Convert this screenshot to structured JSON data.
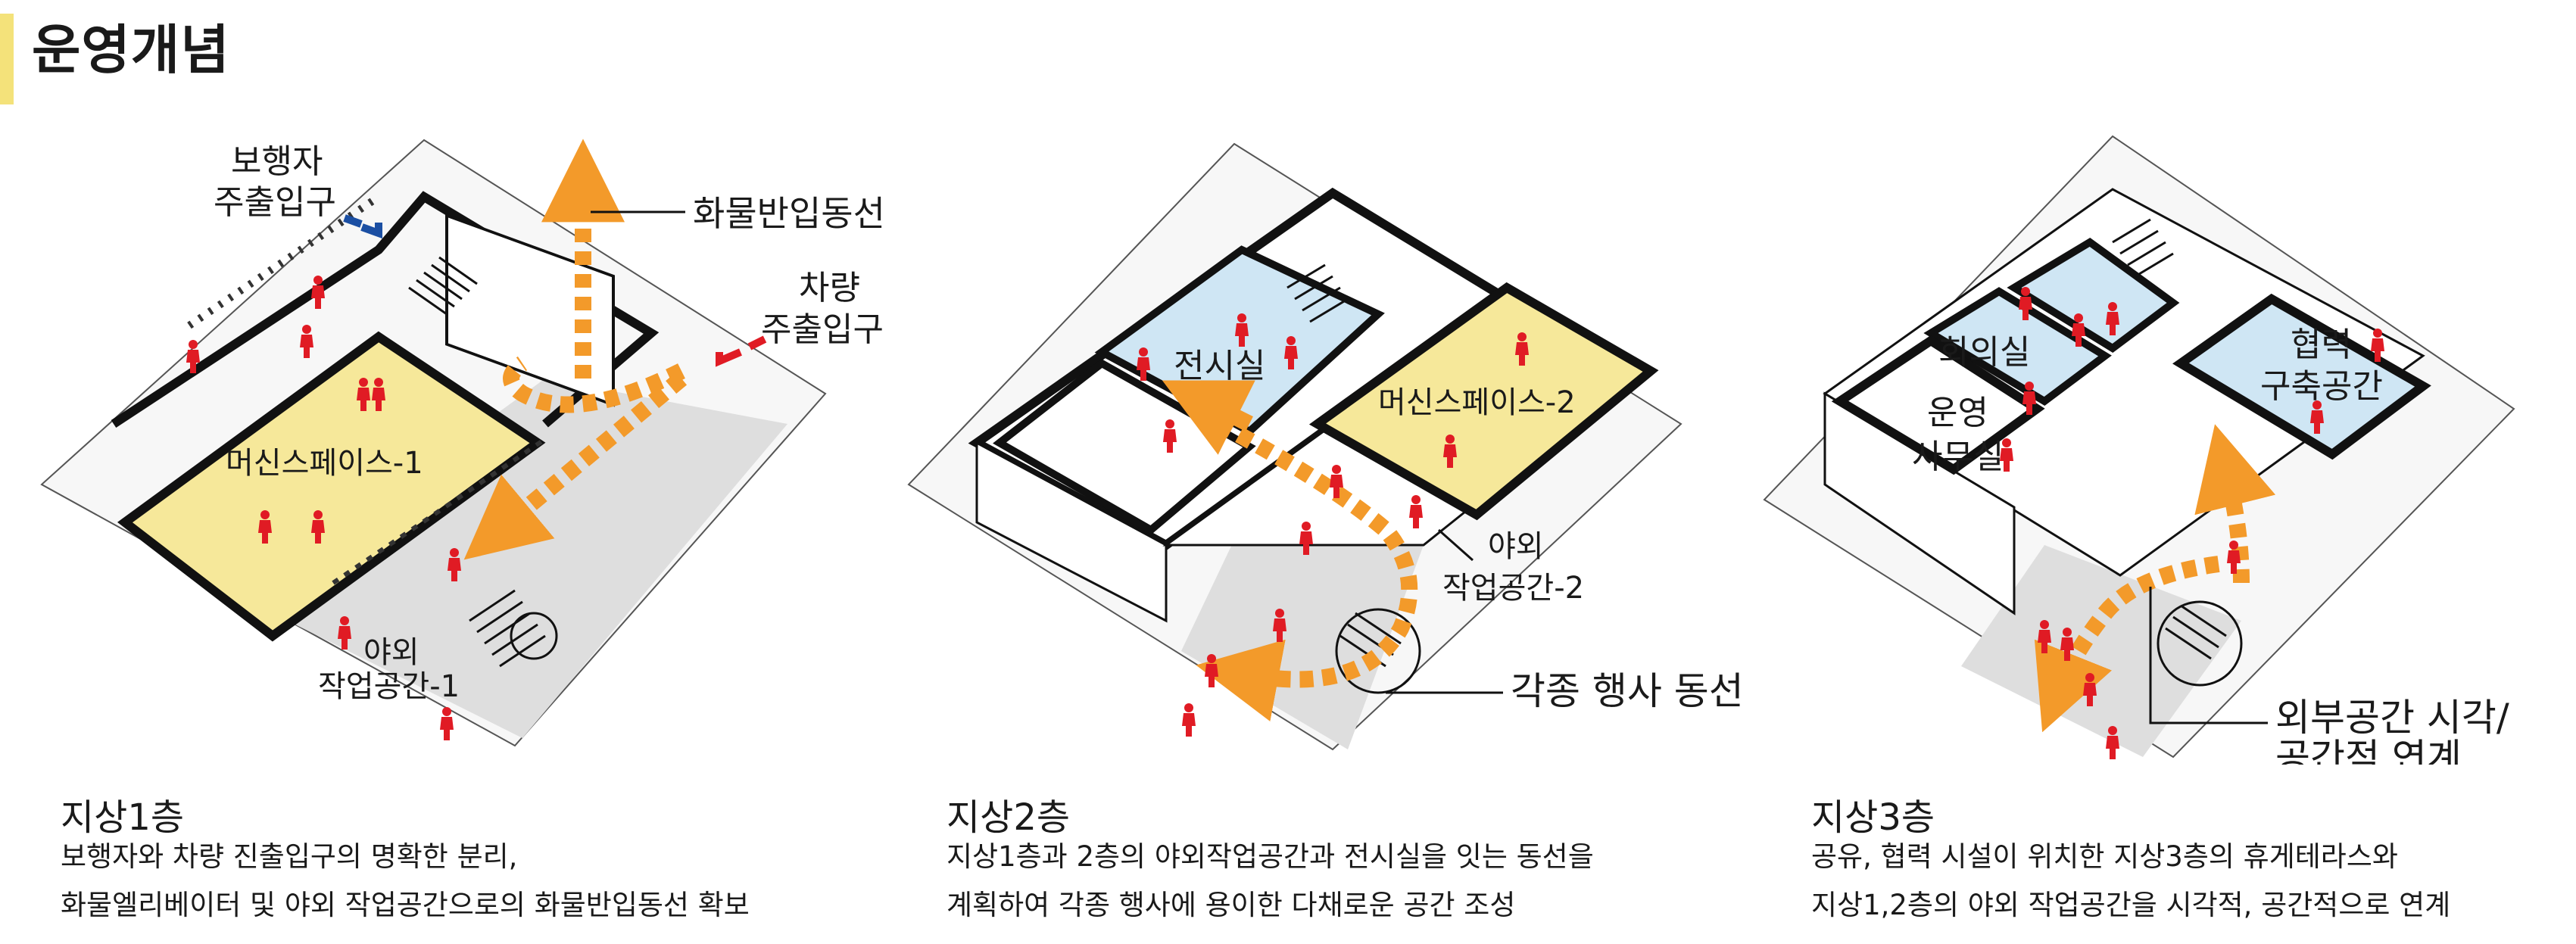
{
  "page_title": "운영개념",
  "colors": {
    "accent": "#f4e27a",
    "room_yellow": "#f6e89a",
    "room_blue": "#cfe6f4",
    "outdoor_gray": "#dedede",
    "flow_arrow": "#f39a2a",
    "person": "#e01b24",
    "entrance_blue": "#1b4fa3",
    "entrance_red": "#e01b24"
  },
  "floors": [
    {
      "title": "지상1층",
      "desc_line1": "보행자와 차량 진출입구의 명확한 분리,",
      "desc_line2": "화물엘리베이터 및 야외 작업공간으로의 화물반입동선 확보",
      "labels": {
        "pedestrian_l1": "보행자",
        "pedestrian_l2": "주출입구",
        "cargo_route": "화물반입동선",
        "vehicle_l1": "차량",
        "vehicle_l2": "주출입구",
        "room": "머신스페이스-1",
        "outdoor_l1": "야외",
        "outdoor_l2": "작업공간-1"
      }
    },
    {
      "title": "지상2층",
      "desc_line1": "지상1층과 2층의 야외작업공간과 전시실을 잇는 동선을",
      "desc_line2": "계획하여 각종 행사에 용이한 다채로운 공간 조성",
      "labels": {
        "exhibition": "전시실",
        "room": "머신스페이스-2",
        "outdoor_l1": "야외",
        "outdoor_l2": "작업공간-2",
        "event_route": "각종 행사 동선"
      }
    },
    {
      "title": "지상3층",
      "desc_line1": "공유, 협력 시설이 위치한 지상3층의 휴게테라스와",
      "desc_line2": "지상1,2층의 야외 작업공간을 시각적, 공간적으로 연계",
      "labels": {
        "meeting": "회의실",
        "office_l1": "운영",
        "office_l2": "사무실",
        "collab_l1": "협력",
        "collab_l2": "구축공간",
        "link_l1": "외부공간 시각/",
        "link_l2": "공간적 연계"
      }
    }
  ]
}
